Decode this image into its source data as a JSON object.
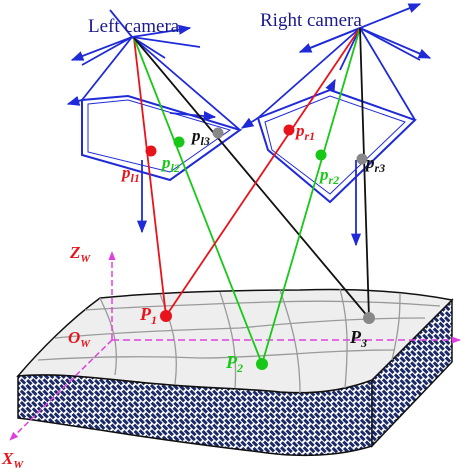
{
  "cameras": {
    "left": {
      "label": "Left camera"
    },
    "right": {
      "label": "Right camera"
    }
  },
  "image_points": {
    "pl1": {
      "main": "p",
      "sub": "l1",
      "color": "#e8141c"
    },
    "pl2": {
      "main": "p",
      "sub": "l2",
      "color": "#18c818"
    },
    "pl3": {
      "main": "p",
      "sub": "l3",
      "color": "#111111"
    },
    "pr1": {
      "main": "p",
      "sub": "r1",
      "color": "#e8141c"
    },
    "pr2": {
      "main": "p",
      "sub": "r2",
      "color": "#18c818"
    },
    "pr3": {
      "main": "p",
      "sub": "r3",
      "color": "#111111"
    }
  },
  "world_points": {
    "P1": {
      "main": "P",
      "sub": "1",
      "color": "#e8141c"
    },
    "P2": {
      "main": "P",
      "sub": "2",
      "color": "#18c818"
    },
    "P3": {
      "main": "P",
      "sub": "3",
      "color": "#111111"
    }
  },
  "axes": {
    "z": {
      "main": "Z",
      "sub": "W",
      "color": "#e8141c"
    },
    "o": {
      "main": "O",
      "sub": "W",
      "color": "#e8141c"
    },
    "x": {
      "main": "X",
      "sub": "W",
      "color": "#e8141c"
    }
  },
  "colors": {
    "camera_blue": "#1f2ad8",
    "ray_red": "#e8141c",
    "ray_green": "#18c818",
    "ray_black": "#111111",
    "axis_magenta": "#e040e0",
    "surface_fill": "#eeeeee",
    "mesh_gray": "#9a9a9a",
    "brick_navy": "#1b2a66"
  }
}
